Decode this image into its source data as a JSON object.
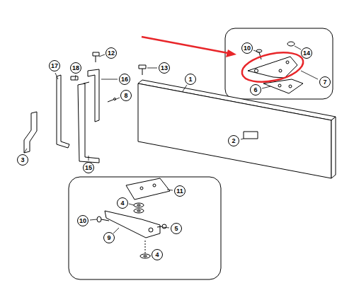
{
  "diagram": {
    "labels": [
      "10",
      "14",
      "7",
      "6",
      "17",
      "18",
      "12",
      "16",
      "13",
      "8",
      "1",
      "2",
      "3",
      "15",
      "11",
      "10",
      "4",
      "9",
      "5",
      "4"
    ]
  }
}
